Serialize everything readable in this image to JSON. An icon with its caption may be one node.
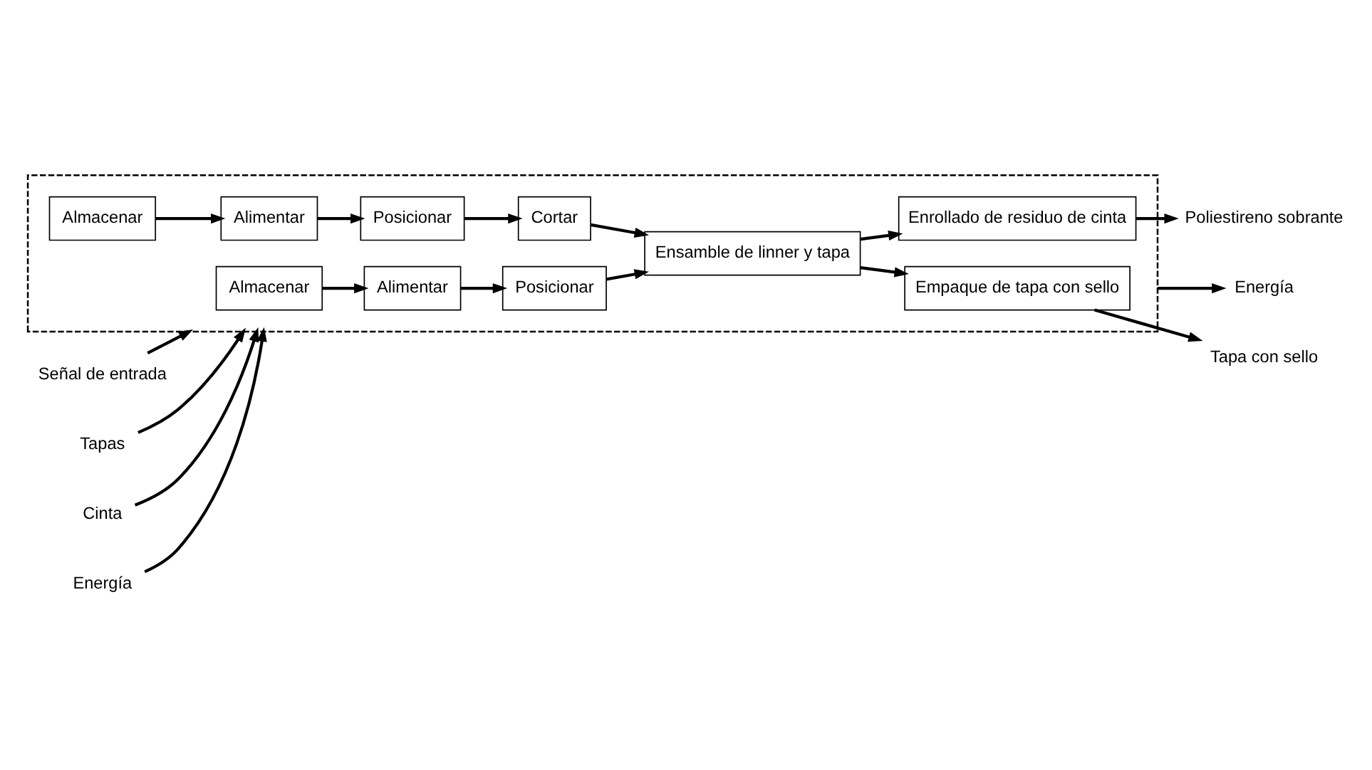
{
  "diagram": {
    "nodes": [
      {
        "text": [],
        "shape": "box"
      },
      {
        "text": [
          "Señal de entrada"
        ]
      },
      {
        "text": [
          "Tapas"
        ]
      },
      {
        "text": [
          "Cinta"
        ]
      },
      {
        "text": [
          "Energía"
        ]
      },
      {
        "text": [
          "Almacenar"
        ],
        "in": 0
      },
      {
        "text": [
          "Alimentar"
        ],
        "in": 0
      },
      {
        "text": [
          "Posicionar"
        ],
        "in": 0
      },
      {
        "text": [
          "Almacenar"
        ],
        "in": 0
      },
      {
        "text": [
          "Alimentar"
        ],
        "in": 0
      },
      {
        "text": [
          "Posicionar"
        ],
        "in": 0
      },
      {
        "text": [
          "Cortar"
        ],
        "in": 0
      },
      {
        "text": [
          "Ensamble de linner y tapa"
        ],
        "in": 0
      },
      {
        "text": [
          "Enrollado de residuo de cinta"
        ],
        "in": 0
      },
      {
        "text": [
          "Empaque de tapa con sello"
        ],
        "in": 0
      },
      {
        "text": [
          "Energía"
        ]
      },
      {
        "text": [
          "Poliestireno sobrante"
        ]
      },
      {
        "text": [
          "Tapa con sello"
        ]
      }
    ],
    "edges": [
      {
        "from": 1,
        "to": 0,
        "arrow": "to"
      },
      {
        "from": 2,
        "to": 0,
        "arrow": "to"
      },
      {
        "from": 3,
        "to": 0,
        "arrow": "to"
      },
      {
        "from": 4,
        "to": 0,
        "arrow": "to"
      },
      {
        "from": 5,
        "to": 6,
        "arrow": "to"
      },
      {
        "from": 6,
        "to": 7,
        "arrow": "to"
      },
      {
        "from": 8,
        "to": 9,
        "arrow": "to"
      },
      {
        "from": 9,
        "to": 10,
        "arrow": "to"
      },
      {
        "from": 10,
        "to": 11,
        "arrow": "to"
      },
      {
        "from": 11,
        "to": 12,
        "arrow": "to"
      },
      {
        "from": 7,
        "to": 12,
        "arrow": "to"
      },
      {
        "from": 12,
        "to": 13,
        "arrow": "to"
      },
      {
        "from": 12,
        "to": 14,
        "arrow": "to"
      },
      {
        "from": 0,
        "to": 15,
        "arrow": "to"
      },
      {
        "from": 13,
        "to": 16,
        "arrow": "to"
      },
      {
        "from": 14,
        "to": 17,
        "arrow": "to"
      }
    ]
  }
}
